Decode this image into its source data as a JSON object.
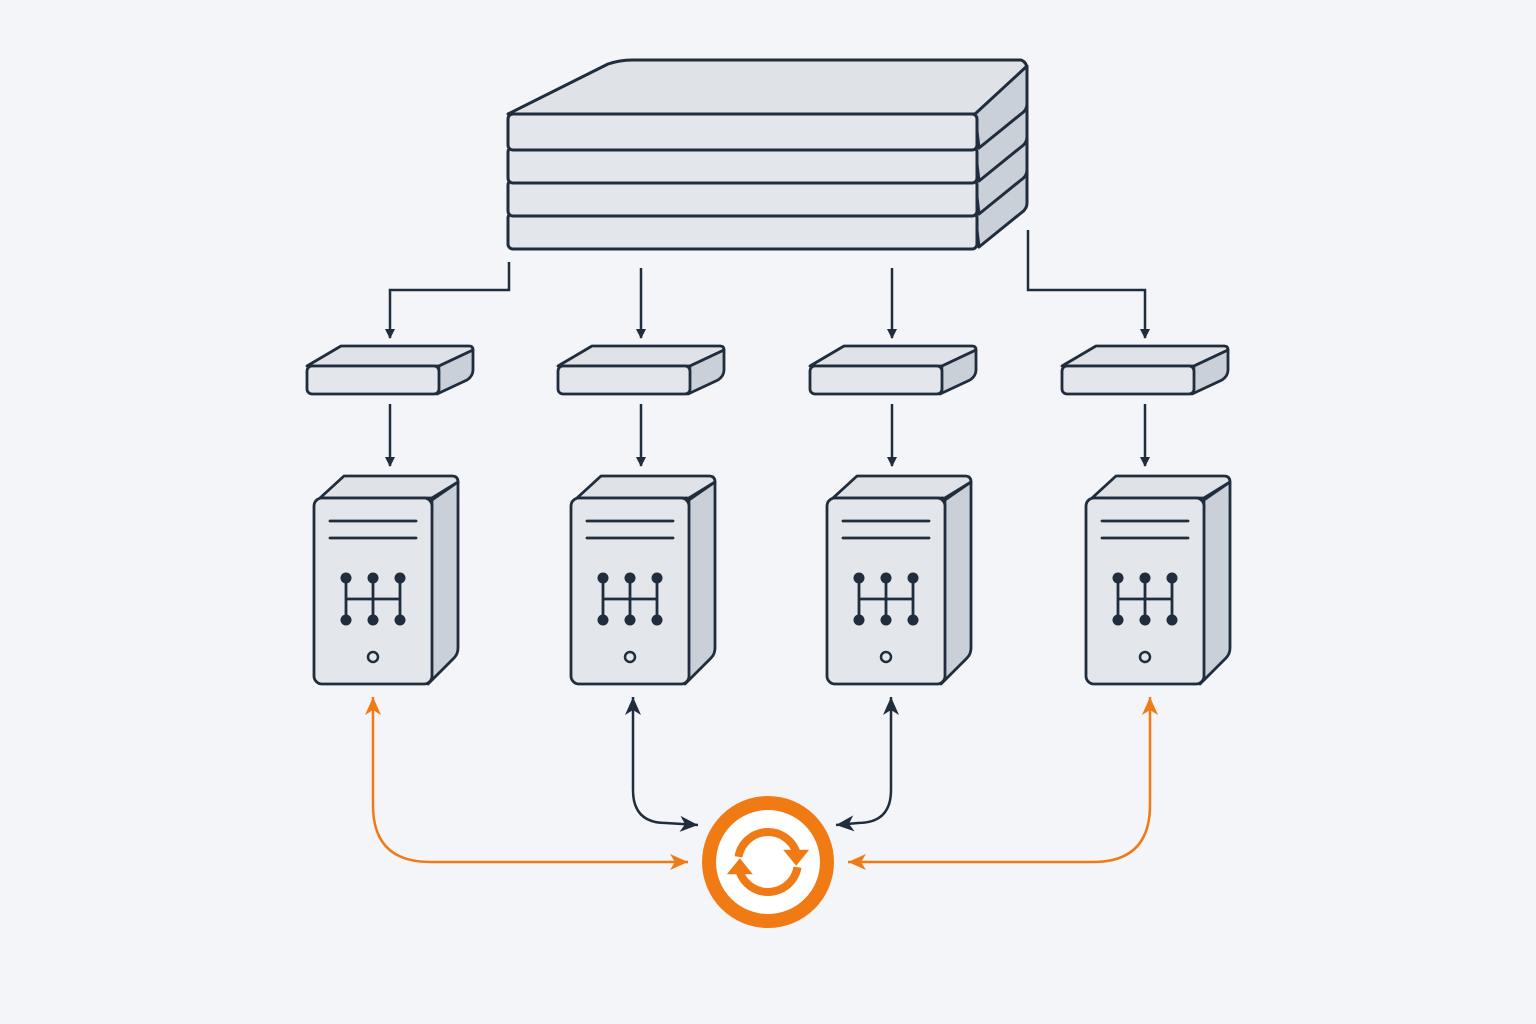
{
  "colors": {
    "background": "#f3f5f8",
    "stroke": "#1f2d3d",
    "face": "#e3e7ec",
    "top": "#dfe3e8",
    "side": "#c9d0d8",
    "accent": "#f07a14",
    "white": "#ffffff"
  },
  "icons": {
    "storage": "stacked-storage-icon",
    "node": "partition-node-icon",
    "server": "server-tower-icon",
    "gear": "gear-shift-icon",
    "sync": "sync-icon"
  },
  "diagram": {
    "storage_layers": 4,
    "partition_count": 4,
    "server_count": 4,
    "orange_link_servers": [
      0,
      3
    ],
    "dark_link_servers": [
      1,
      2
    ]
  }
}
